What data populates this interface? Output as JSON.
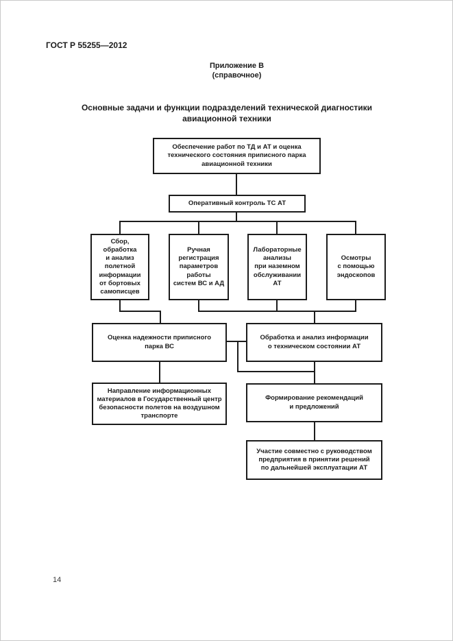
{
  "page": {
    "doc_number": "ГОСТ Р 55255—2012",
    "annex": "Приложение В\n(справочное)",
    "title": "Основные задачи и функции подразделений технической диагностики\nавиационной техники",
    "page_number": "14"
  },
  "flowchart": {
    "colors": {
      "line": "#1b1b1b",
      "background": "#ffffff",
      "text": "#1b1b1b"
    },
    "nodes": {
      "root": {
        "text": "Обеспечение работ по ТД и АТ и оценка\nтехнического состояния приписного парка\nавиационной техники"
      },
      "operational_control": {
        "text": "Оперативный контроль ТС АТ"
      },
      "flight_data": {
        "text": "Сбор, обработка\nи анализ\nполетной\nинформации\nот бортовых\nсамописцев"
      },
      "manual_registration": {
        "text": "Ручная\nрегистрация\nпараметров\nработы\nсистем ВС и АД"
      },
      "lab_analyses": {
        "text": "Лабораторные\nанализы\nпри наземном\nобслуживании\nАТ"
      },
      "endoscope_inspections": {
        "text": "Осмотры\nс помощью\nэндоскопов"
      },
      "reliability_assessment": {
        "text": "Оценка надежности приписного\nпарка ВС"
      },
      "info_processing": {
        "text": "Обработка и анализ информации\nо техническом состоянии АТ"
      },
      "info_to_state_center": {
        "text": "Направление информационных\nматериалов в Государственный центр\nбезопасности полетов на воздушном\nтранспорте"
      },
      "recommendations": {
        "text": "Формирование рекомендаций\nи предложений"
      },
      "joint_decisions": {
        "text": "Участие совместно с руководством\nпредприятия в принятии решений\nпо дальнейшей эксплуатации АТ"
      }
    },
    "edges": [
      {
        "from": "root",
        "to": "operational_control"
      },
      {
        "from": "operational_control",
        "to": "flight_data"
      },
      {
        "from": "operational_control",
        "to": "manual_registration"
      },
      {
        "from": "operational_control",
        "to": "lab_analyses"
      },
      {
        "from": "operational_control",
        "to": "endoscope_inspections"
      },
      {
        "from": "flight_data",
        "to": "reliability_assessment"
      },
      {
        "from": "manual_registration",
        "to": "info_processing"
      },
      {
        "from": "lab_analyses",
        "to": "info_processing"
      },
      {
        "from": "endoscope_inspections",
        "to": "info_processing"
      },
      {
        "from": "reliability_assessment",
        "to": "info_processing"
      },
      {
        "from": "reliability_assessment",
        "to": "info_to_state_center"
      },
      {
        "from": "info_processing",
        "to": "recommendations"
      },
      {
        "from": "recommendations",
        "to": "joint_decisions"
      }
    ]
  }
}
